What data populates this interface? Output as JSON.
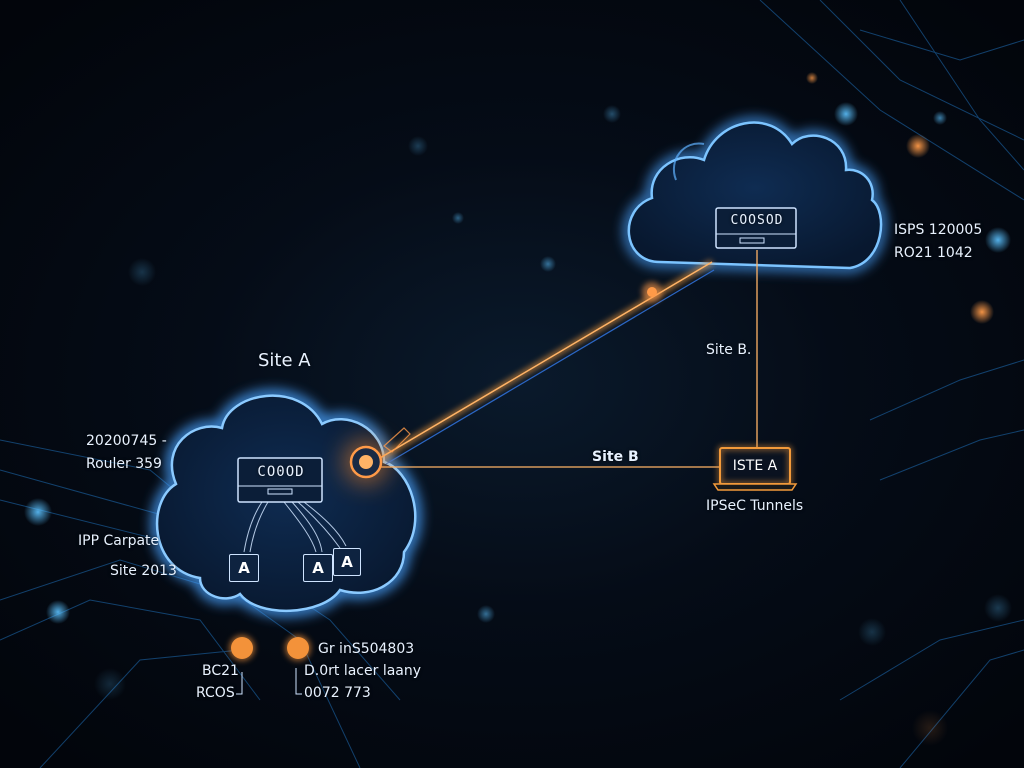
{
  "colors": {
    "cloud_glow": "#4aa3ff",
    "link_orange": "#f39a3a",
    "link_blue": "#2f6fd6",
    "text": "#e8f2ff",
    "node_orange": "#f3923a"
  },
  "clouds": {
    "site_a": {
      "title": "Site A",
      "router_display": "CO0OD",
      "device_badges": [
        "A",
        "A",
        "A"
      ]
    },
    "remote": {
      "router_display": "COOSOD"
    }
  },
  "labels": {
    "site_a_id": "20200745 -",
    "site_a_router": "Rouler 359",
    "ipp_capable": "IPP Carpate",
    "site_year": "Site 2013",
    "isps": "ISPS 120005",
    "isps_sub": "RO21 1042",
    "site_b_upper": "Site B.",
    "site_b_link": "Site B",
    "ipsec": "IPSeC Tunnels"
  },
  "laptop": {
    "label": "ISTE A",
    "icon": "laptop-icon"
  },
  "legend": [
    {
      "icon": "orange-dot-icon",
      "lines": [
        "BC21",
        "RCOS"
      ]
    },
    {
      "icon": "orange-dot-icon",
      "lines": [
        "Gr inS504803",
        "D.0rt lacer laany",
        "0072 773"
      ]
    }
  ]
}
